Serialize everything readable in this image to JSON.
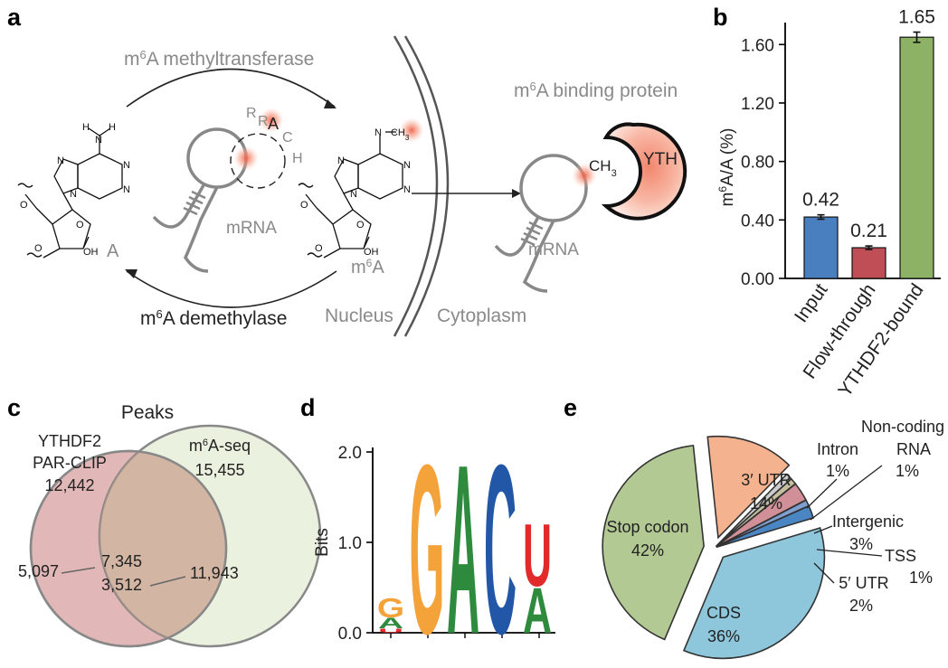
{
  "panels": {
    "a": "a",
    "b": "b",
    "c": "c",
    "d": "d",
    "e": "e"
  },
  "panel_a": {
    "methyltransferase": {
      "pre": "m",
      "sup": "6",
      "post": "A methyltransferase"
    },
    "demethylase": {
      "pre": "m",
      "sup": "6",
      "post": "A demethylase"
    },
    "binding_protein": {
      "pre": "m",
      "sup": "6",
      "post": "A binding protein"
    },
    "nucleus": "Nucleus",
    "cytoplasm": "Cytoplasm",
    "mrna_left": "mRNA",
    "mrna_right": "mRNA",
    "adenosine": "A",
    "m6a": {
      "pre": "m",
      "sup": "6",
      "post": "A"
    },
    "rrach": [
      "R",
      "R",
      "A",
      "C",
      "H"
    ],
    "yth": "YTH",
    "ch3": {
      "pre": "CH",
      "sub": "3"
    },
    "chem_n": "N",
    "chem_h": "H",
    "chem_o": "O",
    "chem_oh": "OH",
    "chem_nch3": {
      "pre": "N",
      "mid": "CH",
      "sub": "3"
    }
  },
  "panel_d": {
    "ylabel": "Bits",
    "yticks": [
      "0.0",
      "1.0",
      "2.0"
    ],
    "letters": [
      {
        "letter": "G",
        "color": "#f4a23a",
        "bits": 0.22
      },
      {
        "letter": "A",
        "color": "#2e8b3e",
        "bits": 0.12
      },
      {
        "letter": "U",
        "color": "#e22a2a",
        "bits": 0.05
      },
      {
        "letter": "G",
        "color": "#f4a23a",
        "bits": 1.95
      },
      {
        "letter": "A",
        "color": "#2e8b3e",
        "bits": 1.95
      },
      {
        "letter": "C",
        "color": "#2257a8",
        "bits": 1.95
      },
      {
        "letter": "U",
        "color": "#e22a2a",
        "bits": 0.72
      },
      {
        "letter": "A",
        "color": "#2e8b3e",
        "bits": 0.52
      }
    ]
  },
  "chart_data": [
    {
      "type": "bar",
      "categories": [
        "Input",
        "Flow-through",
        "YTHDF2-bound"
      ],
      "values": [
        0.42,
        0.21,
        1.65
      ],
      "errors": [
        0.015,
        0.012,
        0.035
      ],
      "data_labels": [
        "0.42",
        "0.21",
        "1.65"
      ],
      "colors": [
        "#4a7fbf",
        "#c04e56",
        "#8db265"
      ],
      "ylabel": {
        "pre": "m",
        "sup": "6",
        "post": "A/A (%)"
      },
      "yticks": [
        "0.00",
        "0.40",
        "0.80",
        "1.20",
        "1.60"
      ],
      "ylim": [
        0,
        1.75
      ]
    },
    {
      "type": "venn",
      "title": "Peaks",
      "sets": [
        {
          "name": [
            "YTHDF2",
            "PAR-CLIP"
          ],
          "total": "12,442",
          "only": "5,097",
          "color": "#e2b7b7"
        },
        {
          "name_m6a": {
            "pre": "m",
            "sup": "6",
            "post": "A-seq"
          },
          "total": "15,455",
          "only": "11,943",
          "color": "#d9e6c4"
        }
      ],
      "overlap": [
        "7,345",
        "3,512"
      ]
    },
    {
      "type": "pie",
      "slices": [
        {
          "label": "3′ UTR",
          "pct": "14%",
          "value": 14,
          "color": "#f4b38e"
        },
        {
          "label": "Intron",
          "pct": "1%",
          "value": 1,
          "color": "#cccccc"
        },
        {
          "label": "Non-coding RNA",
          "pct": "1%",
          "value": 1,
          "color": "#c6c0a0"
        },
        {
          "label": "Intergenic",
          "pct": "3%",
          "value": 3,
          "color": "#d19098"
        },
        {
          "label": "TSS",
          "pct": "1%",
          "value": 1,
          "color": "#7e9fd0"
        },
        {
          "label": "5′ UTR",
          "pct": "2%",
          "value": 2,
          "color": "#4a86c4"
        },
        {
          "label": "CDS",
          "pct": "36%",
          "value": 36,
          "color": "#8ec7dc"
        },
        {
          "label": "Stop codon",
          "pct": "42%",
          "value": 42,
          "color": "#b2c993"
        }
      ],
      "label_lines": {
        "noncoding": [
          "Non-coding",
          "RNA"
        ]
      }
    }
  ]
}
